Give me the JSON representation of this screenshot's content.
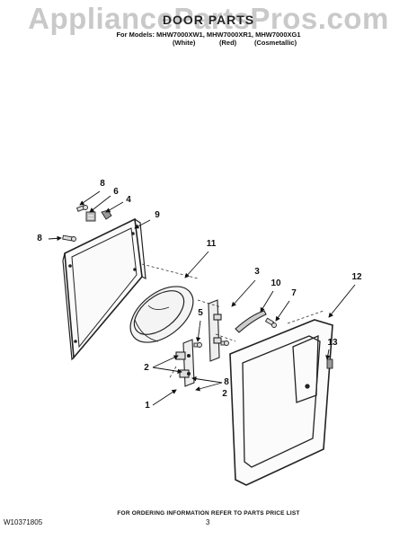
{
  "watermark": "AppliancePartsPros.com",
  "title": "DOOR PARTS",
  "models_line": "For Models: MHW7000XW1, MHW7000XR1, MHW7000XG1",
  "model_colors": [
    "(White)",
    "(Red)",
    "(Cosmetallic)"
  ],
  "callouts": [
    {
      "id": "c8a",
      "label": "8"
    },
    {
      "id": "c6",
      "label": "6"
    },
    {
      "id": "c4",
      "label": "4"
    },
    {
      "id": "c9",
      "label": "9"
    },
    {
      "id": "c8b",
      "label": "8"
    },
    {
      "id": "c11",
      "label": "11"
    },
    {
      "id": "c3",
      "label": "3"
    },
    {
      "id": "c10",
      "label": "10"
    },
    {
      "id": "c7",
      "label": "7"
    },
    {
      "id": "c12",
      "label": "12"
    },
    {
      "id": "c5",
      "label": "5"
    },
    {
      "id": "c13",
      "label": "13"
    },
    {
      "id": "c2a",
      "label": "2"
    },
    {
      "id": "c8c",
      "label": "8"
    },
    {
      "id": "c2b",
      "label": "2"
    },
    {
      "id": "c1",
      "label": "1"
    }
  ],
  "footer_note": "FOR ORDERING INFORMATION REFER TO PARTS PRICE LIST",
  "doc_number": "W10371805",
  "page_number": "3"
}
